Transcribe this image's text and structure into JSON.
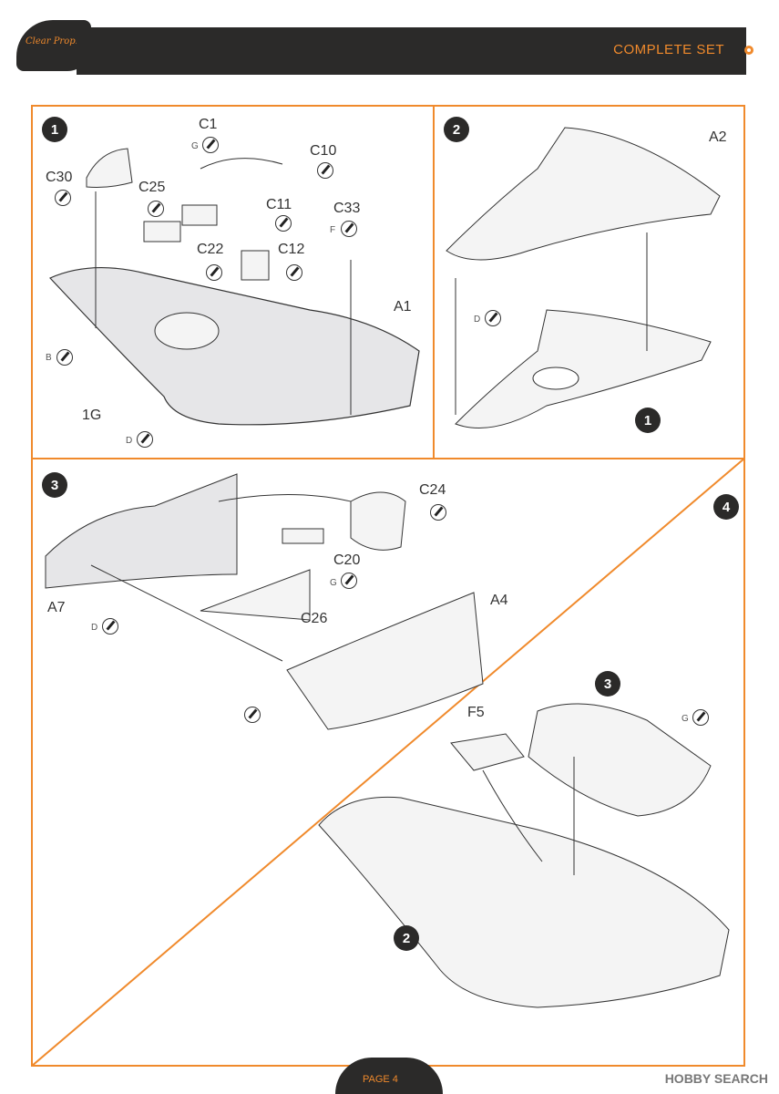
{
  "header": {
    "title": "COMPLETE SET",
    "logo": "Clear Prop!"
  },
  "steps": {
    "s1": {
      "num": "1",
      "parts": {
        "c1": "C1",
        "c10": "C10",
        "c30": "C30",
        "c25": "C25",
        "c11": "C11",
        "c33": "C33",
        "c22": "C22",
        "c12": "C12",
        "a1": "A1",
        "b": "B",
        "weight": "1G",
        "d": "D"
      },
      "glue": {
        "g": "G",
        "d": "D",
        "f": "F"
      }
    },
    "s2": {
      "num": "2",
      "parts": {
        "a2": "A2",
        "ref1": "1",
        "d": "D"
      }
    },
    "s3": {
      "num": "3",
      "parts": {
        "c24": "C24",
        "c20": "C20",
        "a4": "A4",
        "a7": "A7",
        "c26": "C26",
        "d": "D",
        "g": "G"
      }
    },
    "s4": {
      "num": "4",
      "parts": {
        "f5": "F5",
        "ref3": "3",
        "ref2": "2",
        "g": "G"
      }
    }
  },
  "footer": {
    "page": "PAGE 4",
    "watermark": "HOBBY SEARCH"
  }
}
